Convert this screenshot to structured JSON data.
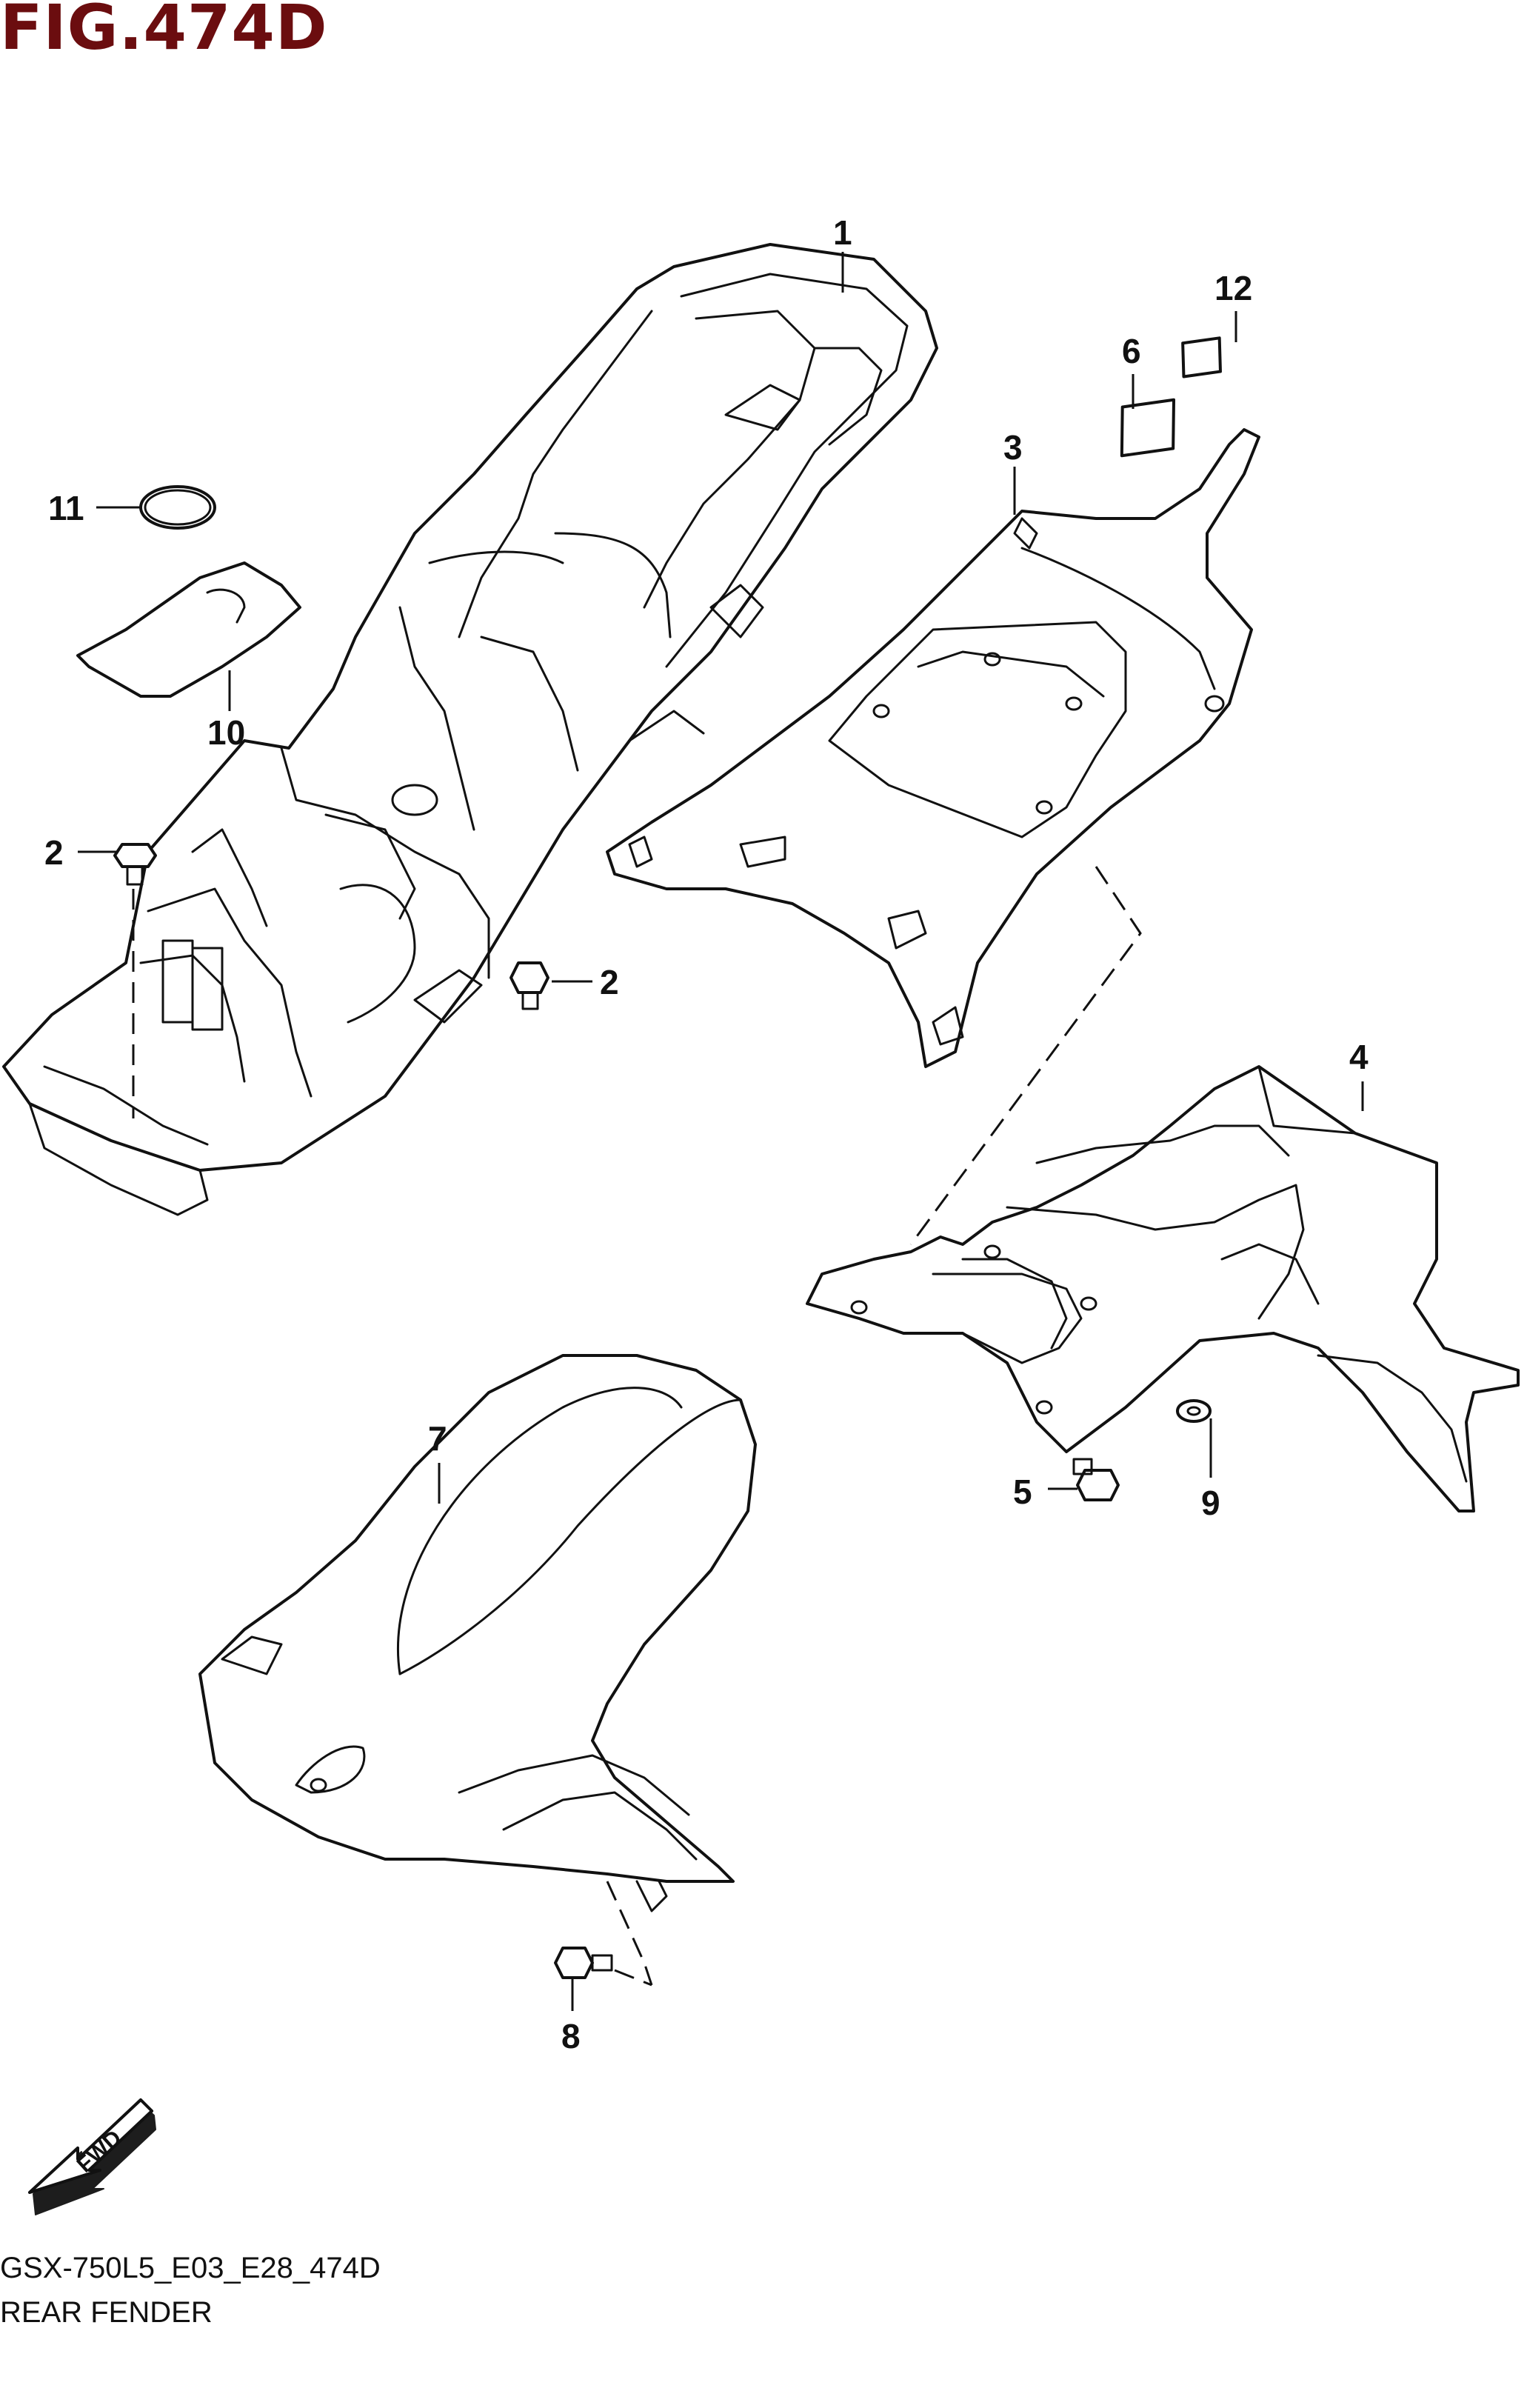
{
  "figure": {
    "title": "FIG.474D",
    "model_code": "GSX-750L5_E03_E28_474D",
    "section_name": "REAR FENDER"
  },
  "callouts": [
    "1",
    "2",
    "2",
    "3",
    "4",
    "5",
    "6",
    "7",
    "8",
    "9",
    "10",
    "11",
    "12"
  ],
  "fwd_label": "FWD",
  "colors": {
    "title": "#6b0d0f",
    "line": "#111111",
    "background": "#ffffff"
  },
  "icons": [
    "fwd-arrow-icon"
  ]
}
